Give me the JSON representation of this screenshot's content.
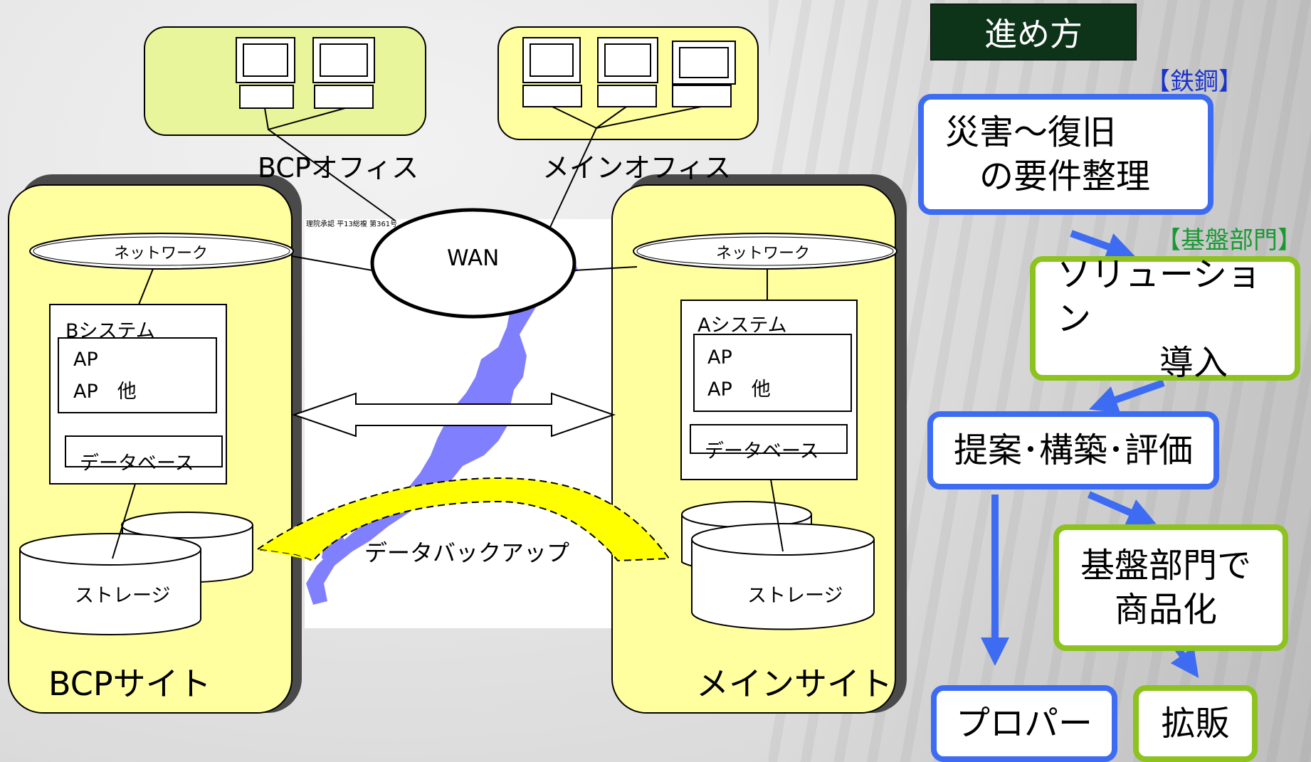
{
  "diagram": {
    "offices": {
      "bcp_office": "BCPオフィス",
      "main_office": "メインオフィス"
    },
    "wan": "WAN",
    "map_note": "理院承認 平13総複 第361号",
    "bcp_site": {
      "label": "BCPサイト",
      "network": "ネットワーク",
      "system": "Bシステム",
      "ap1": "AP",
      "ap2": "AP　他",
      "database": "データベース",
      "storage": "ストレージ"
    },
    "main_site": {
      "label": "メインサイト",
      "network": "ネットワーク",
      "system": "Aシステム",
      "ap1": "AP",
      "ap2": "AP　他",
      "database": "データベース",
      "storage": "ストレージ"
    },
    "backup": "データバックアップ"
  },
  "process": {
    "title": "進め方",
    "tag_steel": "【鉄鋼】",
    "tag_infra": "【基盤部門】",
    "step1": "災害～復旧\n　の要件整理",
    "step2": "ソリューション\n　　　導入",
    "step3": "提案･構築･評価",
    "step4": "基盤部門で\n　商品化",
    "step5": "プロパー",
    "step6": "拡販"
  },
  "colors": {
    "site_fill": "#ffff9f",
    "office_green": "#e8f59a",
    "japan_map": "#8080ff",
    "flow_blue": "#3d6cf3",
    "flow_green": "#8dc21f",
    "title_bg": "#0d3319",
    "tag_blue": "#1a33cc",
    "tag_green": "#1a9933"
  }
}
